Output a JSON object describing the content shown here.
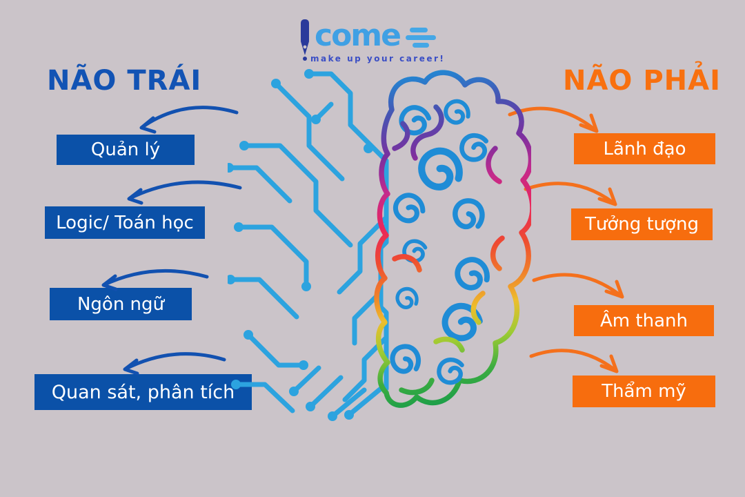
{
  "background_color": "#CBC4C9",
  "logo": {
    "brand": "come",
    "tagline": "make up your career!",
    "brand_color": "#3FA0E4",
    "pen_color": "#2A3A9B",
    "tagline_color": "#3A4EC5",
    "speed_lines_color": "#45A7E6"
  },
  "left_brain": {
    "title": "NÃO TRÁI",
    "title_color": "#1253B4",
    "box_color": "#0B51A8",
    "arrow_color": "#1251B0",
    "items": [
      "Quản lý",
      "Logic/ Toán học",
      "Ngôn ngữ",
      "Quan sát, phân tích"
    ]
  },
  "right_brain": {
    "title": "NÃO PHẢI",
    "title_color": "#F8700F",
    "box_color": "#F76D0E",
    "arrow_color": "#F4701C",
    "items": [
      "Lãnh đạo",
      "Tưởng tượng",
      "Âm thanh",
      "Thẩm mỹ"
    ]
  },
  "brain_illustration": {
    "left_half_style": "circuit-board",
    "left_half_color": "#2CA3DF",
    "right_half_style": "swirl-gradient",
    "right_half_gradient": [
      "#1F8CD6",
      "#4753B2",
      "#7B2F9F",
      "#C42A8C",
      "#E9265C",
      "#EE4B31",
      "#F07E2B",
      "#EDBE2C",
      "#9DCB33",
      "#3EAD40",
      "#139A4B"
    ]
  }
}
